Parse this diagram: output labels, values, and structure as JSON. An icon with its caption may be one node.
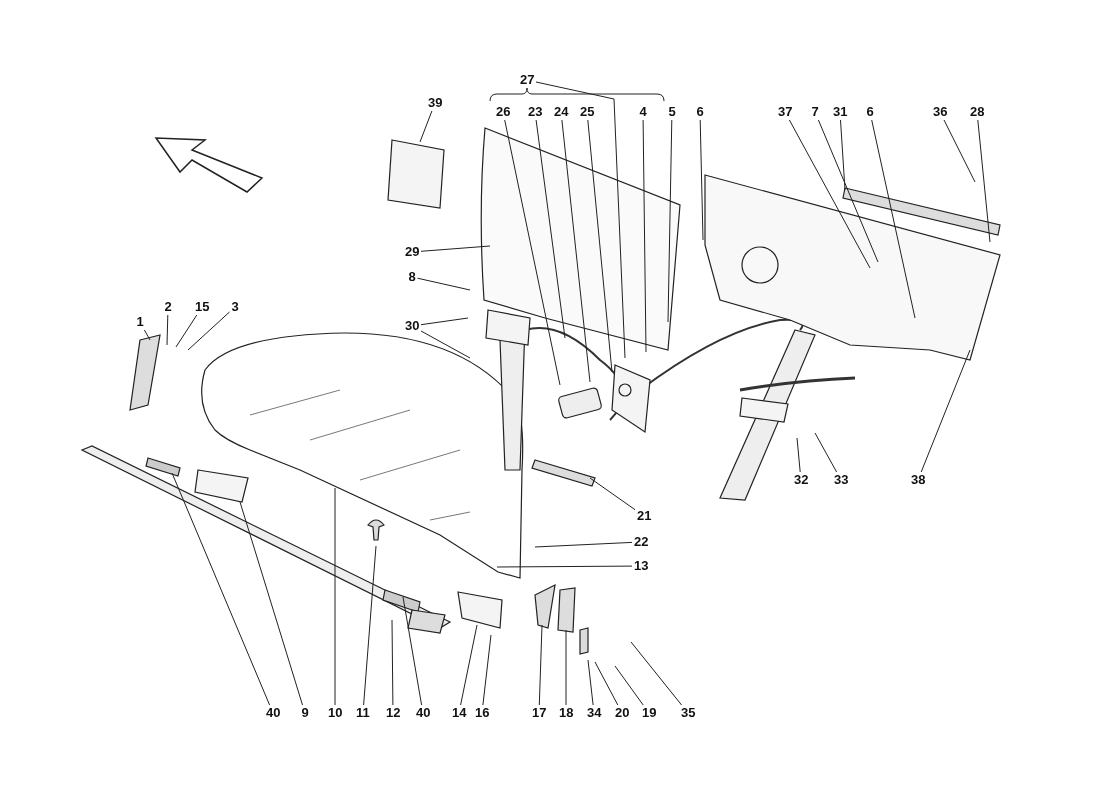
{
  "diagram": {
    "nodes": [
      {
        "text": [
          "39"
        ]
      },
      {
        "text": [
          "26"
        ]
      },
      {
        "text": [
          "23"
        ]
      },
      {
        "text": [
          "24"
        ]
      },
      {
        "text": [
          "25"
        ]
      },
      {
        "text": [
          "4"
        ]
      },
      {
        "text": [
          "5"
        ]
      },
      {
        "text": [
          "6"
        ]
      },
      {
        "text": [
          "37"
        ]
      },
      {
        "text": [
          "7"
        ]
      },
      {
        "text": [
          "31"
        ]
      },
      {
        "text": [
          "6"
        ]
      },
      {
        "text": [
          "36"
        ]
      },
      {
        "text": [
          "28"
        ]
      },
      {
        "text": [
          "29"
        ]
      },
      {
        "text": [
          "8"
        ]
      },
      {
        "text": [
          "1"
        ]
      },
      {
        "text": [
          "2"
        ]
      },
      {
        "text": [
          "15"
        ]
      },
      {
        "text": [
          "3"
        ]
      },
      {
        "text": [
          "30"
        ]
      },
      {
        "text": [
          "32"
        ]
      },
      {
        "text": [
          "33"
        ]
      },
      {
        "text": [
          "38"
        ]
      },
      {
        "text": [
          "21"
        ]
      },
      {
        "text": [
          "22"
        ]
      },
      {
        "text": [
          "13"
        ]
      },
      {
        "text": [
          "40"
        ]
      },
      {
        "text": [
          "9"
        ]
      },
      {
        "text": [
          "10"
        ]
      },
      {
        "text": [
          "11"
        ]
      },
      {
        "text": [
          "12"
        ]
      },
      {
        "text": [
          "40"
        ]
      },
      {
        "text": [
          "14"
        ]
      },
      {
        "text": [
          "16"
        ]
      },
      {
        "text": [
          "17"
        ]
      },
      {
        "text": [
          "18"
        ]
      },
      {
        "text": [
          "34"
        ]
      },
      {
        "text": [
          "20"
        ]
      },
      {
        "text": [
          "19"
        ]
      },
      {
        "text": [
          "35"
        ]
      },
      {
        "text": [
          "27"
        ]
      }
    ],
    "edges": [
      {
        "from": 0,
        "to": null,
        "arrow": "none"
      },
      {
        "from": 1,
        "to": null,
        "arrow": "none"
      },
      {
        "from": 2,
        "to": null,
        "arrow": "none"
      },
      {
        "from": 3,
        "to": null,
        "arrow": "none"
      },
      {
        "from": 4,
        "to": null,
        "arrow": "none"
      },
      {
        "from": 5,
        "to": null,
        "arrow": "none"
      },
      {
        "from": 6,
        "to": null,
        "arrow": "none"
      },
      {
        "from": 7,
        "to": null,
        "arrow": "none"
      },
      {
        "from": 8,
        "to": null,
        "arrow": "none"
      },
      {
        "from": 9,
        "to": null,
        "arrow": "none"
      },
      {
        "from": 10,
        "to": null,
        "arrow": "none"
      },
      {
        "from": 11,
        "to": null,
        "arrow": "none"
      },
      {
        "from": 12,
        "to": null,
        "arrow": "none"
      },
      {
        "from": 13,
        "to": null,
        "arrow": "none"
      },
      {
        "from": 14,
        "to": null,
        "arrow": "none"
      },
      {
        "from": 15,
        "to": null,
        "arrow": "none"
      },
      {
        "from": 16,
        "to": null,
        "arrow": "none"
      },
      {
        "from": 17,
        "to": null,
        "arrow": "none"
      },
      {
        "from": 18,
        "to": null,
        "arrow": "none"
      },
      {
        "from": 19,
        "to": null,
        "arrow": "none"
      },
      {
        "from": 20,
        "to": null,
        "arrow": "none"
      },
      {
        "from": 20,
        "to": null,
        "arrow": "none"
      },
      {
        "from": 21,
        "to": null,
        "arrow": "none"
      },
      {
        "from": 22,
        "to": null,
        "arrow": "none"
      },
      {
        "from": 23,
        "to": null,
        "arrow": "none"
      },
      {
        "from": 24,
        "to": null,
        "arrow": "none"
      },
      {
        "from": 25,
        "to": null,
        "arrow": "none"
      },
      {
        "from": 26,
        "to": null,
        "arrow": "none"
      },
      {
        "from": 27,
        "to": null,
        "arrow": "none"
      },
      {
        "from": 28,
        "to": null,
        "arrow": "none"
      },
      {
        "from": 29,
        "to": null,
        "arrow": "none"
      },
      {
        "from": 30,
        "to": null,
        "arrow": "none"
      },
      {
        "from": 31,
        "to": null,
        "arrow": "none"
      },
      {
        "from": 32,
        "to": null,
        "arrow": "none"
      },
      {
        "from": 33,
        "to": null,
        "arrow": "none"
      },
      {
        "from": 34,
        "to": null,
        "arrow": "none"
      },
      {
        "from": 35,
        "to": null,
        "arrow": "none"
      },
      {
        "from": 36,
        "to": null,
        "arrow": "none"
      },
      {
        "from": 37,
        "to": null,
        "arrow": "none"
      },
      {
        "from": 38,
        "to": null,
        "arrow": "none"
      },
      {
        "from": 39,
        "to": null,
        "arrow": "none"
      },
      {
        "from": 40,
        "to": null,
        "arrow": "none"
      },
      {
        "from": 41,
        "to": null,
        "arrow": "none"
      }
    ]
  }
}
